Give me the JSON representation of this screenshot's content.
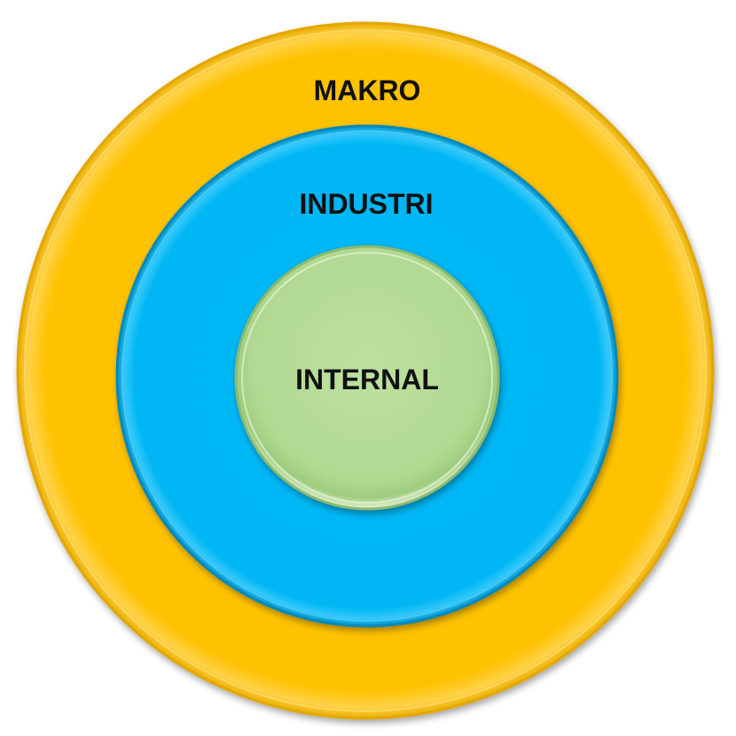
{
  "diagram": {
    "rings": [
      {
        "id": "outer",
        "label": "MAKRO",
        "color": "#FFC000",
        "edge": "#E6AC00"
      },
      {
        "id": "middle",
        "label": "INDUSTRI",
        "color": "#00B0F0",
        "edge": "#0090C8"
      },
      {
        "id": "inner",
        "label": "INTERNAL",
        "color": "#B3DB94",
        "edge": "#8FBF6C"
      }
    ]
  }
}
